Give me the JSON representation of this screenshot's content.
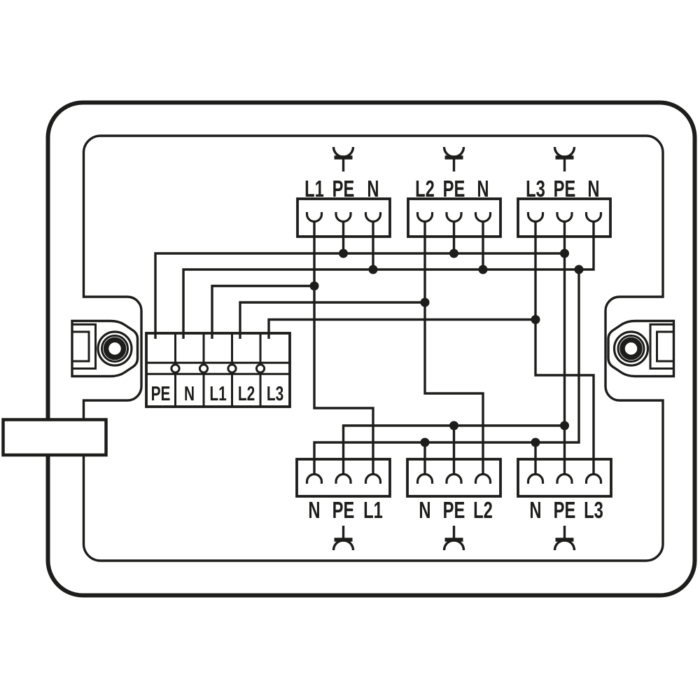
{
  "colors": {
    "line": "#1d1d1b",
    "background": "#ffffff"
  },
  "input_block": {
    "labels": [
      "PE",
      "N",
      "L1",
      "L2",
      "L3"
    ]
  },
  "top_connectors": [
    {
      "labels": [
        "L1",
        "PE",
        "N"
      ]
    },
    {
      "labels": [
        "L2",
        "PE",
        "N"
      ]
    },
    {
      "labels": [
        "L3",
        "PE",
        "N"
      ]
    }
  ],
  "bottom_connectors": [
    {
      "labels": [
        "N",
        "PE",
        "L1"
      ]
    },
    {
      "labels": [
        "N",
        "PE",
        "L2"
      ]
    },
    {
      "labels": [
        "N",
        "PE",
        "L3"
      ]
    }
  ]
}
